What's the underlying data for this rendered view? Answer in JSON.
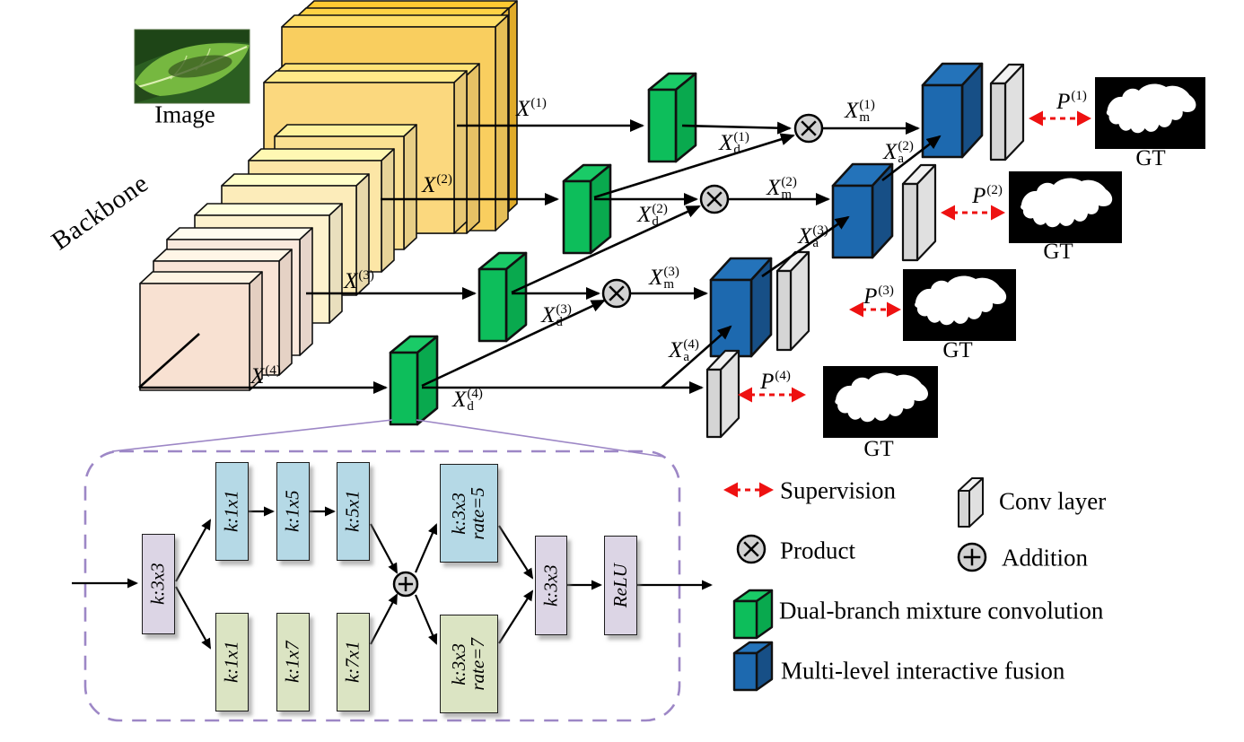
{
  "figure": {
    "image_label": "Image",
    "backbone_label": "Backbone"
  },
  "flow": {
    "rows": [
      {
        "x_base": "X",
        "x_sup": "(1)",
        "xd_base": "X",
        "xd_sub": "d",
        "xd_sup": "(1)",
        "xm_base": "X",
        "xm_sub": "m",
        "xm_sup": "(1)",
        "xa_base": "X",
        "xa_sub": "a",
        "xa_sup": "(2)",
        "p_base": "P",
        "p_sup": "(1)",
        "gt": "GT"
      },
      {
        "x_base": "X",
        "x_sup": "(2)",
        "xd_base": "X",
        "xd_sub": "d",
        "xd_sup": "(2)",
        "xm_base": "X",
        "xm_sub": "m",
        "xm_sup": "(2)",
        "xa_base": "X",
        "xa_sub": "a",
        "xa_sup": "(3)",
        "p_base": "P",
        "p_sup": "(2)",
        "gt": "GT"
      },
      {
        "x_base": "X",
        "x_sup": "(3)",
        "xd_base": "X",
        "xd_sub": "d",
        "xd_sup": "(3)",
        "xm_base": "X",
        "xm_sub": "m",
        "xm_sup": "(3)",
        "xa_base": "X",
        "xa_sub": "a",
        "xa_sup": "(4)",
        "p_base": "P",
        "p_sup": "(3)",
        "gt": "GT"
      },
      {
        "x_base": "X",
        "x_sup": "(4)",
        "xd_base": "X",
        "xd_sub": "d",
        "xd_sup": "(4)",
        "p_base": "P",
        "p_sup": "(4)",
        "gt": "GT"
      }
    ]
  },
  "dbmc_detail": {
    "input_conv": "k:3x3",
    "top_branch": [
      "k:1x1",
      "k:1x5",
      "k:5x1"
    ],
    "bottom_branch": [
      "k:1x1",
      "k:1x7",
      "k:7x1"
    ],
    "dilated_top_line1": "k:3x3",
    "dilated_top_line2": "rate=5",
    "dilated_bottom_line1": "k:3x3",
    "dilated_bottom_line2": "rate=7",
    "output_conv": "k:3x3",
    "activation": "ReLU"
  },
  "legend": {
    "supervision": "Supervision",
    "conv_layer": "Conv layer",
    "product": "Product",
    "addition": "Addition",
    "dbmc": "Dual-branch mixture convolution",
    "mif": "Multi-level interactive fusion"
  },
  "colors": {
    "backbone_gold": "#F9CE5F",
    "backbone_cream": "#FCECBA",
    "backbone_pink": "#F9E4D6",
    "dbmc_green": "#0DBE5B",
    "mif_blue": "#1D69AF",
    "conv_gray": "#D5D5D5",
    "supervision_red": "#EE1111",
    "detail_border": "#9D87C6",
    "detail_lavender": "#DCD5E5",
    "detail_blue": "#B5D9E6",
    "detail_olive": "#DBE4C3"
  }
}
